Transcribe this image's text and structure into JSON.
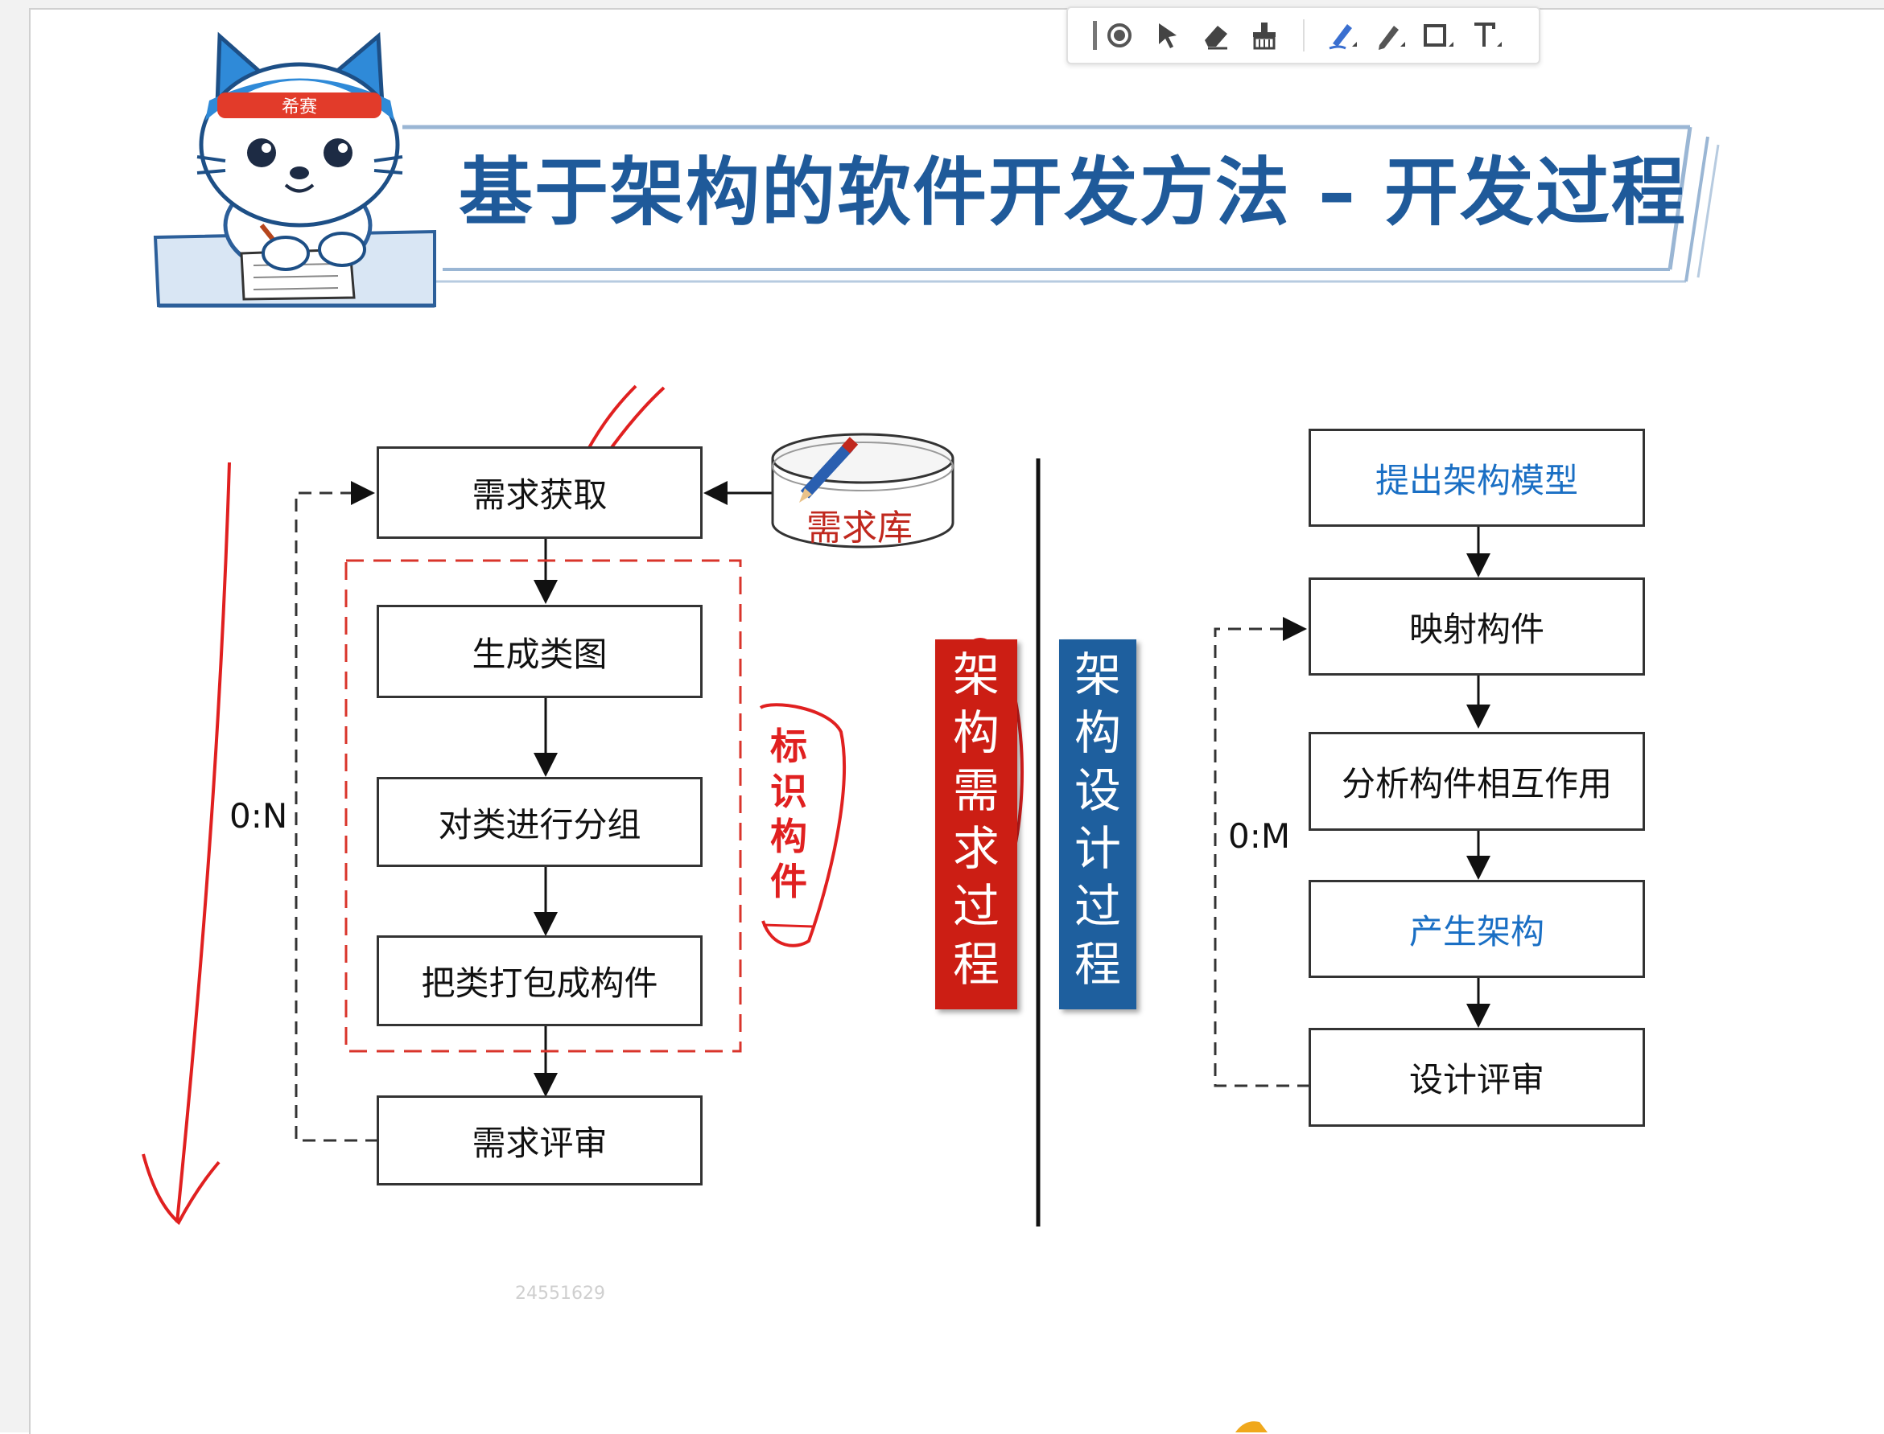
{
  "toolbar": {
    "tools": [
      "record-icon",
      "pointer-icon",
      "eraser-icon",
      "clear-icon",
      "highlighter-icon",
      "pen-icon",
      "rectangle-icon",
      "text-icon"
    ]
  },
  "title": "基于架构的软件开发方法 – 开发过程",
  "mascot_badge": "希赛",
  "left_flow": {
    "steps": [
      "需求获取",
      "生成类图",
      "对类进行分组",
      "把类打包成构件",
      "需求评审"
    ],
    "repository": "需求库",
    "loop_label": "0:N",
    "group_annotation": [
      "标",
      "识",
      "构",
      "件"
    ]
  },
  "phases": {
    "requirements": [
      "架",
      "构",
      "需",
      "求",
      "过",
      "程"
    ],
    "design": [
      "架",
      "构",
      "设",
      "计",
      "过",
      "程"
    ]
  },
  "right_flow": {
    "steps": [
      "提出架构模型",
      "映射构件",
      "分析构件相互作用",
      "产生架构",
      "设计评审"
    ],
    "loop_label": "0:M"
  },
  "watermark": "24551629",
  "colors": {
    "title": "#1f5a9a",
    "accent_red": "#cc1e14",
    "accent_blue": "#1e5f9e",
    "blue_text": "#1a6fc4",
    "annotation": "#e02020"
  }
}
